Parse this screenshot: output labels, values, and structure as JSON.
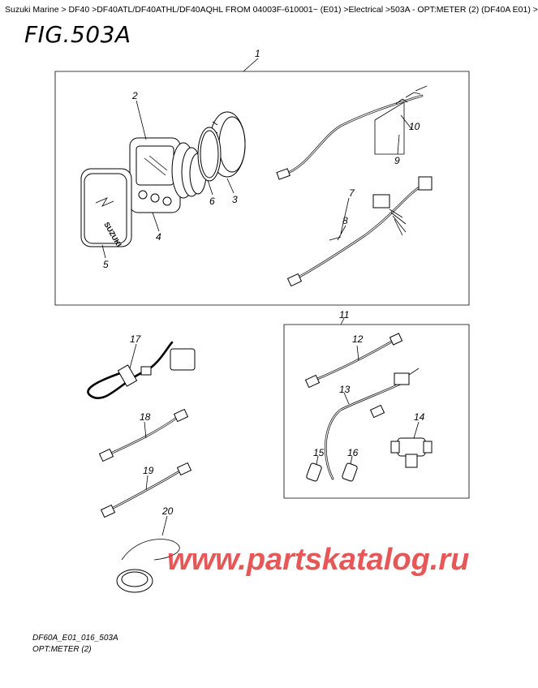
{
  "breadcrumb": "Suzuki Marine > DF40 >DF40ATL/DF40ATHL/DF40AQHL FROM 04003F-610001~ (E01) >Electrical >503A - OPT:METER (2) (DF40A E01) >",
  "figure_title": "FIG.503A",
  "callouts": [
    "1",
    "2",
    "3",
    "4",
    "5",
    "6",
    "7",
    "8",
    "9",
    "10",
    "11",
    "12",
    "13",
    "14",
    "15",
    "16",
    "17",
    "18",
    "19",
    "20"
  ],
  "gauge_brand_text": "SUZUKI",
  "watermark": "www.partskatalog.ru",
  "footer": {
    "code": "DF60A_E01_016_503A",
    "name": "OPT:METER (2)"
  }
}
